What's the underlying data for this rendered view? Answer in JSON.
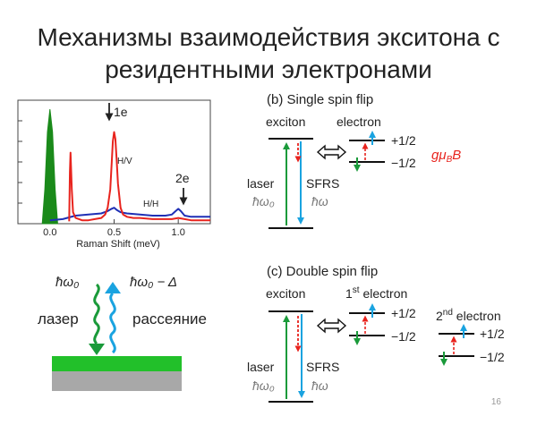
{
  "slide": {
    "title_line1": "Механизмы взаимодействия экситона с",
    "title_line2": "резидентными электронами",
    "page_number": "16"
  },
  "chart_data": {
    "type": "line",
    "xlabel": "Raman Shift (meV)",
    "ylabel": "",
    "xlim": [
      -0.25,
      1.25
    ],
    "ylim": [
      0,
      1.0
    ],
    "xticks": [
      "0.0",
      "0.5",
      "1.0"
    ],
    "annotations": [
      {
        "text": "1e",
        "x": 0.5
      },
      {
        "text": "2e",
        "x": 1.0
      },
      {
        "text": "H/V",
        "x": 0.63
      },
      {
        "text": "H/H",
        "x": 0.8
      }
    ],
    "series": [
      {
        "name": "H/V",
        "color": "#e8231d",
        "x": [
          0.15,
          0.155,
          0.16,
          0.17,
          0.18,
          0.2,
          0.25,
          0.3,
          0.35,
          0.4,
          0.43,
          0.45,
          0.47,
          0.48,
          0.49,
          0.5,
          0.51,
          0.52,
          0.53,
          0.55,
          0.57,
          0.6,
          0.65,
          0.7,
          0.8,
          0.9,
          0.95,
          1.0,
          1.05,
          1.1,
          1.2,
          1.25
        ],
        "y": [
          0.02,
          0.45,
          0.62,
          0.3,
          0.1,
          0.05,
          0.03,
          0.03,
          0.04,
          0.05,
          0.08,
          0.14,
          0.3,
          0.5,
          0.72,
          0.8,
          0.74,
          0.55,
          0.35,
          0.14,
          0.08,
          0.06,
          0.05,
          0.05,
          0.04,
          0.04,
          0.04,
          0.05,
          0.04,
          0.03,
          0.03,
          0.03
        ]
      },
      {
        "name": "H/H",
        "color": "#1f2fb5",
        "x": [
          0.0,
          0.1,
          0.2,
          0.3,
          0.4,
          0.45,
          0.48,
          0.5,
          0.52,
          0.55,
          0.6,
          0.7,
          0.8,
          0.9,
          0.95,
          0.98,
          1.0,
          1.02,
          1.05,
          1.1,
          1.2,
          1.25
        ],
        "y": [
          0.03,
          0.04,
          0.07,
          0.08,
          0.09,
          0.11,
          0.13,
          0.14,
          0.12,
          0.1,
          0.09,
          0.08,
          0.07,
          0.07,
          0.08,
          0.11,
          0.13,
          0.11,
          0.07,
          0.06,
          0.06,
          0.06
        ]
      },
      {
        "name": "laser",
        "color": "#1a8a1a",
        "fill": true,
        "x": [
          -0.06,
          -0.04,
          -0.02,
          0.0,
          0.02,
          0.04,
          0.06
        ],
        "y": [
          0.0,
          0.3,
          0.8,
          1.0,
          0.8,
          0.3,
          0.0
        ]
      }
    ]
  },
  "panel_b": {
    "title": "(b) Single spin flip",
    "exciton": "exciton",
    "electron": "electron",
    "level_up": "+1/2",
    "level_down": "−1/2",
    "gmub": "gμ_B B",
    "laser": "laser",
    "laser_freq": "ħω₀",
    "sfrs": "SFRS",
    "sfrs_freq": "ħω"
  },
  "panel_c": {
    "title": "(c) Double spin flip",
    "exciton": "exciton",
    "first_electron_1": "1",
    "first_electron_sup": "st",
    "first_electron_2": " electron",
    "second_electron_1": "2",
    "second_electron_sup": "nd",
    "second_electron_2": " electron",
    "level_up": "+1/2",
    "level_down": "−1/2",
    "level_up_2": "+1/2",
    "level_down_2": "−1/2",
    "laser": "laser",
    "laser_freq": "ħω₀",
    "sfrs": "SFRS",
    "sfrs_freq": "ħω"
  },
  "scattering": {
    "incident": "ħω₀",
    "scattered": "ħω₀ − Δ",
    "laser_ru": "лазер",
    "scatter_ru": "рассеяние"
  },
  "colors": {
    "green": "#1a9a3a",
    "cyan": "#1aa3e0",
    "red": "#e8231d",
    "blue": "#1f2fb5",
    "film": "#22c02a",
    "substrate": "#a8a8a8"
  }
}
